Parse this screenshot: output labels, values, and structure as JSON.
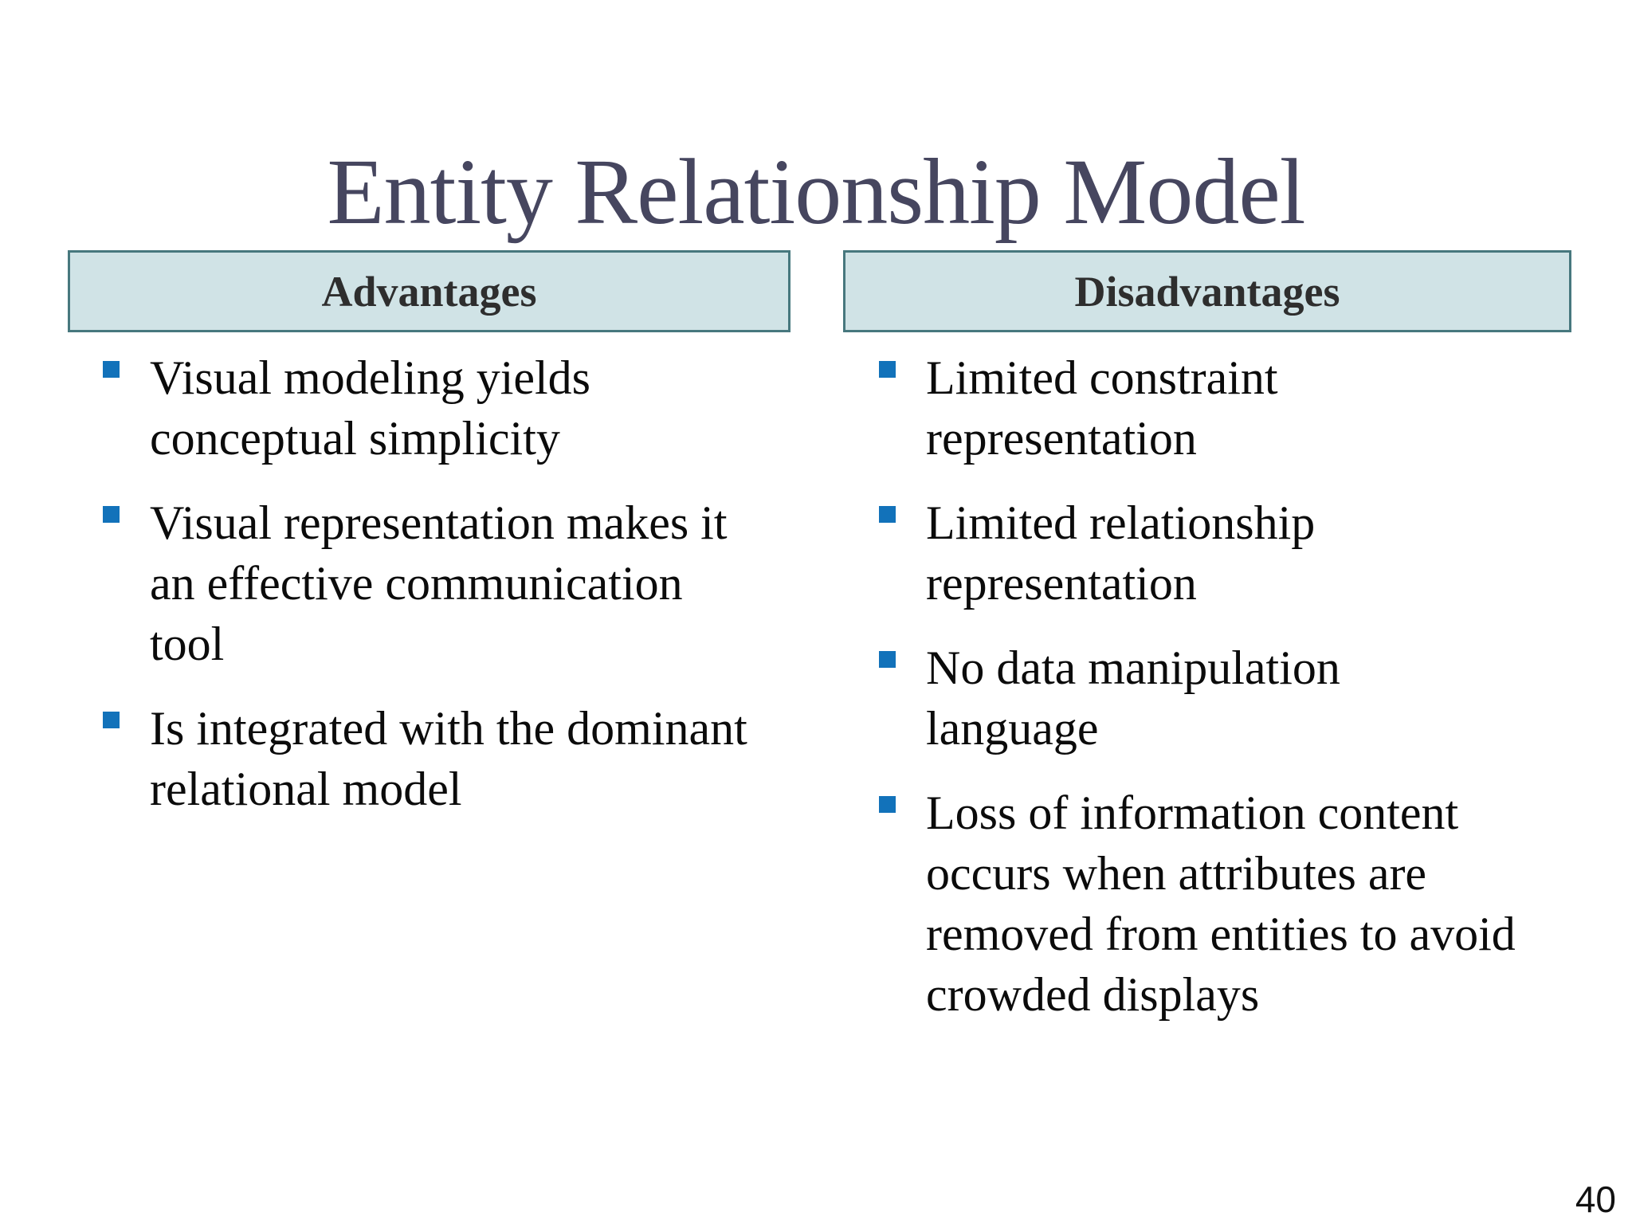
{
  "colors": {
    "title-color": "#46465f",
    "header-fill": "#d0e3e6",
    "header-border": "#47787e",
    "header-text": "#2e2e2e",
    "bullet-blue": "#1272ba",
    "body-text": "#0b0b0b",
    "page-num-color": "#111111"
  },
  "title": "Entity Relationship Model",
  "page_number": "40",
  "advantages": {
    "header": "Advantages",
    "items": [
      {
        "text": "Visual modeling yields\nconceptual simplicity"
      },
      {
        "text": "Visual representation makes it\nan effective communication\ntool"
      },
      {
        "text": "Is integrated with the dominant\nrelational model"
      }
    ]
  },
  "disadvantages": {
    "header": "Disadvantages",
    "items": [
      {
        "text": "Limited constraint\nrepresentation"
      },
      {
        "text": "Limited relationship\nrepresentation"
      },
      {
        "text": "No data manipulation\nlanguage"
      },
      {
        "text": "Loss of information content\noccurs when attributes are\nremoved from entities to avoid\ncrowded displays"
      }
    ]
  }
}
